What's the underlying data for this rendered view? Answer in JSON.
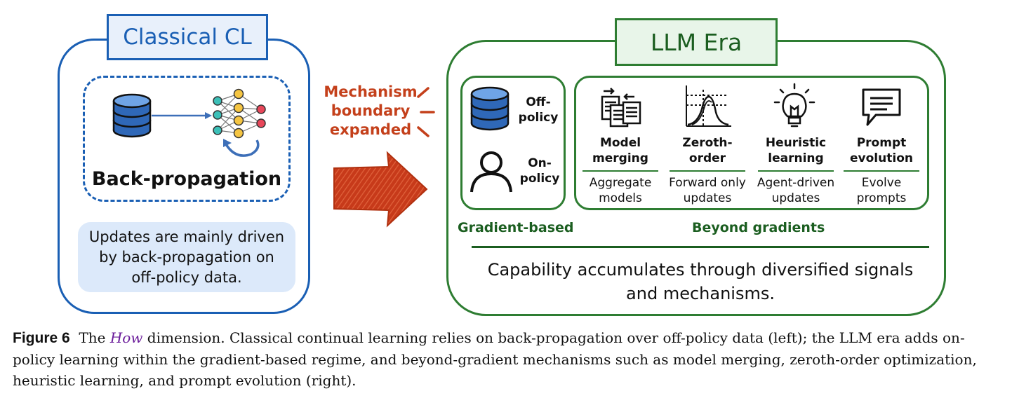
{
  "left": {
    "title": "Classical CL",
    "bp_label": "Back-propagation",
    "note": "Updates are mainly driven by back-propagation on off-policy data."
  },
  "middle": {
    "mechanism_lines": [
      "Mechanism",
      "boundary",
      "expanded"
    ]
  },
  "right": {
    "title": "LLM Era",
    "off_policy": "Off-policy",
    "on_policy": "On-policy",
    "gradient_based": "Gradient-based",
    "beyond_gradients": "Beyond gradients",
    "methods": [
      {
        "name": "Model merging",
        "desc": "Aggregate models",
        "icon": "merge-icon"
      },
      {
        "name": "Zeroth-order",
        "desc": "Forward only updates",
        "icon": "curve-icon"
      },
      {
        "name": "Heuristic learning",
        "desc": "Agent-driven updates",
        "icon": "lightbulb-icon"
      },
      {
        "name": "Prompt evolution",
        "desc": "Evolve prompts",
        "icon": "chat-icon"
      }
    ],
    "summary": "Capability accumulates through diversified signals and mechanisms."
  },
  "caption": {
    "fig_label": "Figure 6",
    "how_word": "How",
    "text_1": "The",
    "text_2": "dimension. Classical continual learning relies on back-propagation over off-policy data (left); the LLM era adds on-policy learning within the gradient-based regime, and beyond-gradient mechanisms such as model merging, zeroth-order optimization, heuristic learning, and prompt evolution (right)."
  },
  "colors": {
    "classical_blue": "#1a5fb4",
    "llm_green": "#2e7d32",
    "mechanism_red": "#c4401b"
  }
}
